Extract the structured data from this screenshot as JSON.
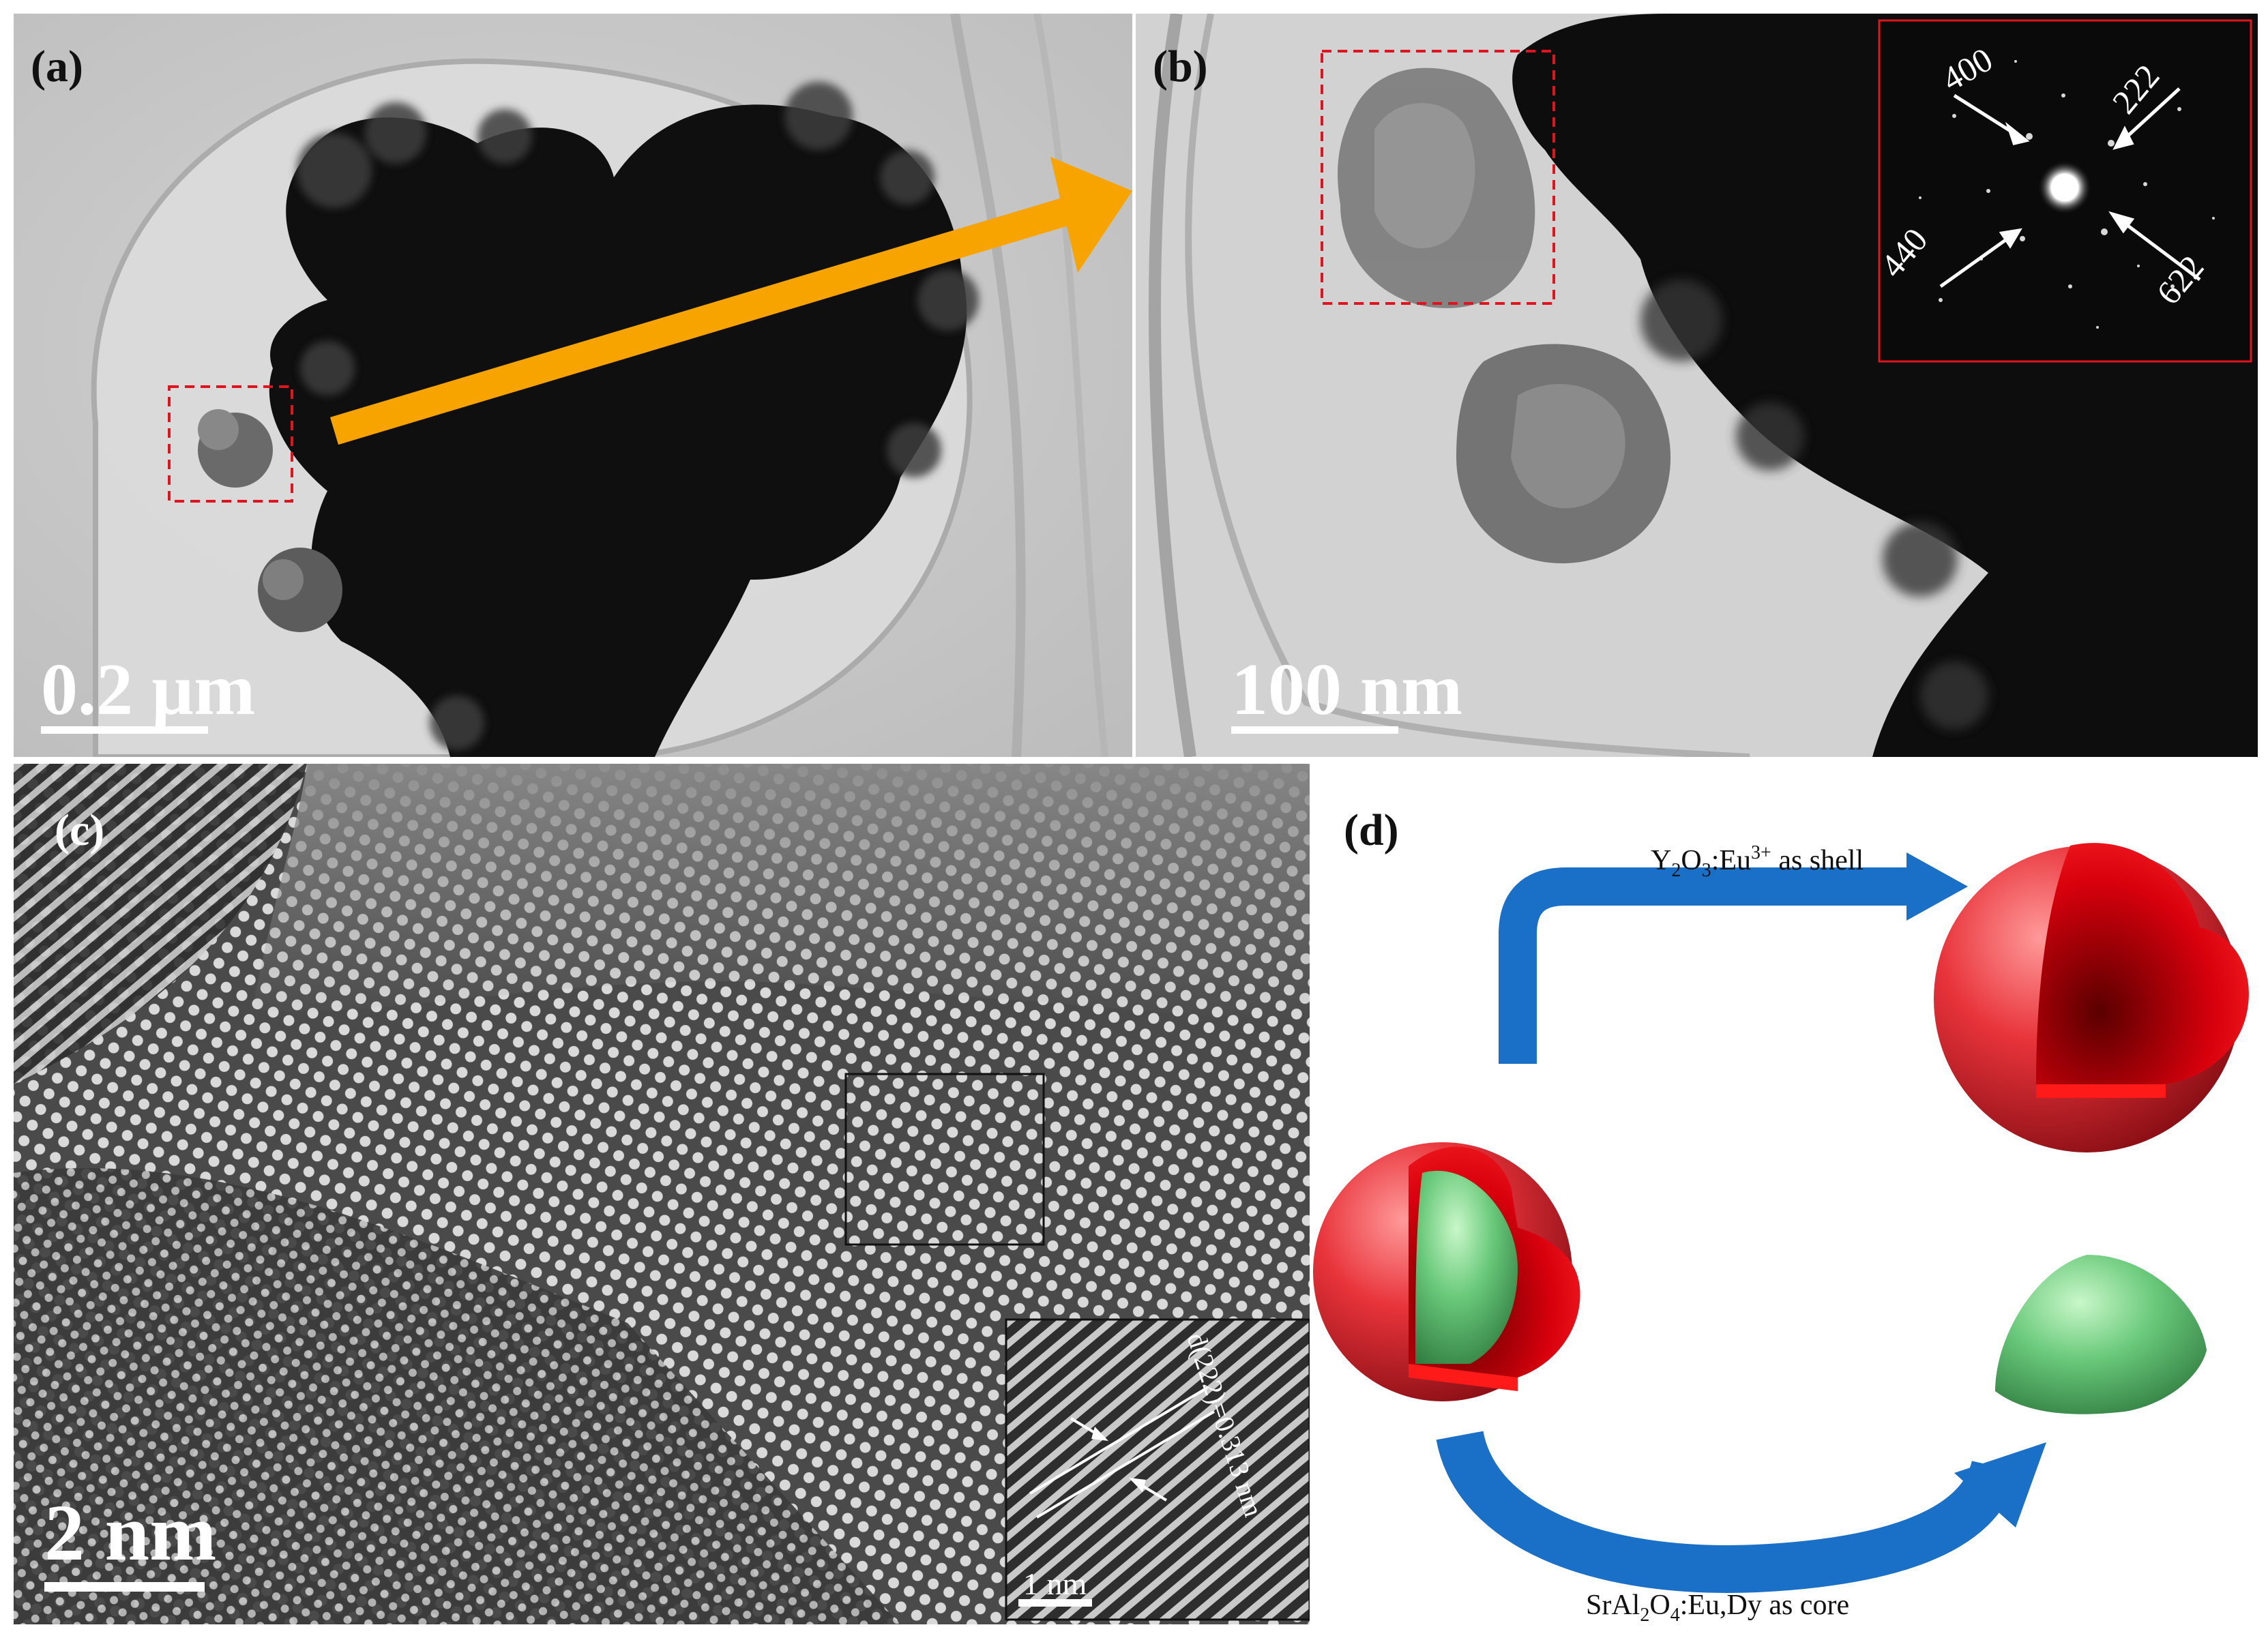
{
  "panels": {
    "a": {
      "label": "(a)",
      "scale_bar": "0.2 µm"
    },
    "b": {
      "label": "(b)",
      "scale_bar": "100 nm",
      "saed_indices": [
        "400",
        "222",
        "440",
        "622"
      ]
    },
    "c": {
      "label": "(c)",
      "scale_bar": "2 nm",
      "inset_scale_bar": "1 nm",
      "d_spacing_label": "d(222)=0.313 nm"
    },
    "d": {
      "label": "(d)"
    }
  },
  "diagram_d": {
    "shell_label_pre": "Y",
    "shell_label_sub1": "2",
    "shell_label_mid": "O",
    "shell_label_sub2": "3",
    "shell_label_post": ":Eu",
    "shell_label_sup": "3+",
    "shell_label_tail": " as shell",
    "core_label_pre": "SrAl",
    "core_label_sub1": "2",
    "core_label_mid": "O",
    "core_label_sub2": "4",
    "core_label_tail": ":Eu,Dy as core"
  },
  "colors": {
    "arrow_orange": "#f7a400",
    "arrow_blue": "#1a6fc7",
    "shell_red": "#e8333a",
    "core_green": "#69c97a",
    "box_red": "#e0141e"
  }
}
